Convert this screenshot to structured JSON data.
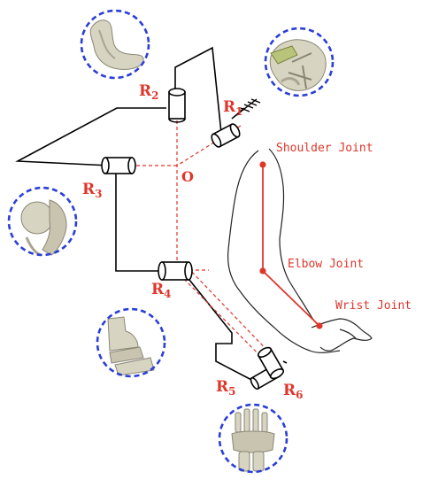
{
  "colors": {
    "red": "#e0352b",
    "link": "#000000",
    "circle_border": "#2a3fd6",
    "bone": "#d8d4c2",
    "bone_shadow": "#8a8674"
  },
  "labels": {
    "R1": {
      "main": "R",
      "sub": "1"
    },
    "R2": {
      "main": "R",
      "sub": "2"
    },
    "R3": {
      "main": "R",
      "sub": "3"
    },
    "R4": {
      "main": "R",
      "sub": "4"
    },
    "R5": {
      "main": "R",
      "sub": "5"
    },
    "R6": {
      "main": "R",
      "sub": "6"
    },
    "origin": "O"
  },
  "joints": {
    "shoulder": "Shoulder Joint",
    "elbow": "Elbow Joint",
    "wrist": "Wrist Joint"
  },
  "icons": [
    "clavicle-bone-icon",
    "scapula-bone-icon",
    "shoulder-bone-icon",
    "elbow-bone-icon",
    "wrist-bone-icon"
  ]
}
